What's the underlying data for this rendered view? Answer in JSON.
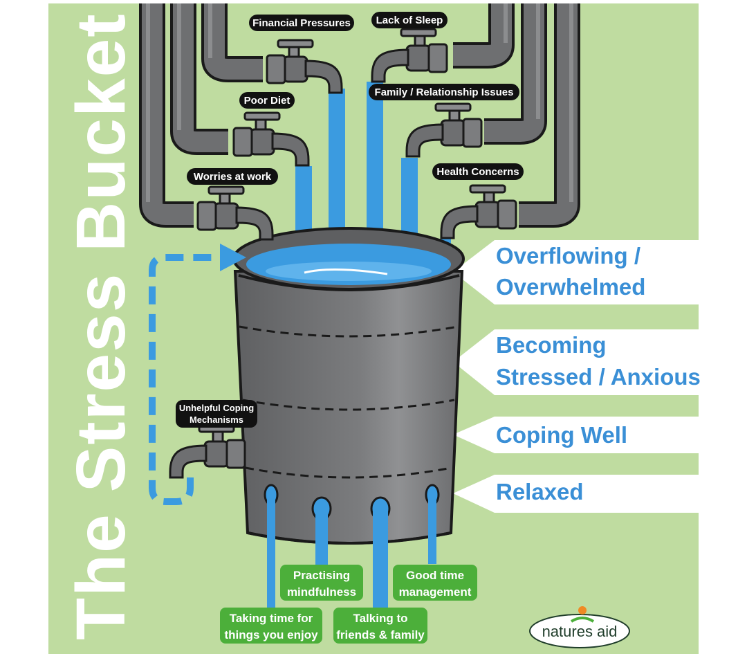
{
  "title": "The Stress Bucket",
  "stress_taps": [
    "Financial Pressures",
    "Lack of Sleep",
    "Poor Diet",
    "Family / Relationship Issues",
    "Worries at work",
    "Health Concerns"
  ],
  "unhelpful_tap": {
    "line1": "Unhelpful Coping",
    "line2": "Mechanisms"
  },
  "stress_levels": [
    {
      "line1": "Overflowing /",
      "line2": "Overwhelmed"
    },
    {
      "line1": "Becoming",
      "line2": "Stressed / Anxious"
    },
    {
      "line1": "Coping Well",
      "line2": ""
    },
    {
      "line1": "Relaxed",
      "line2": ""
    }
  ],
  "coping_strategies": [
    {
      "line1": "Practising",
      "line2": "mindfulness"
    },
    {
      "line1": "Good time",
      "line2": "management"
    },
    {
      "line1": "Taking time for",
      "line2": "things you enjoy"
    },
    {
      "line1": "Talking to",
      "line2": "friends & family"
    }
  ],
  "brand": "natures aid",
  "colors": {
    "background_green": "#bfdca0",
    "pipe_gray": "#6e6f71",
    "bucket_gray": "#77787a",
    "water_blue": "#3b9be0",
    "level_text_blue": "#3a8fd6",
    "coping_green": "#4caf3a",
    "label_black": "#111111",
    "brand_orange": "#f08a24"
  }
}
